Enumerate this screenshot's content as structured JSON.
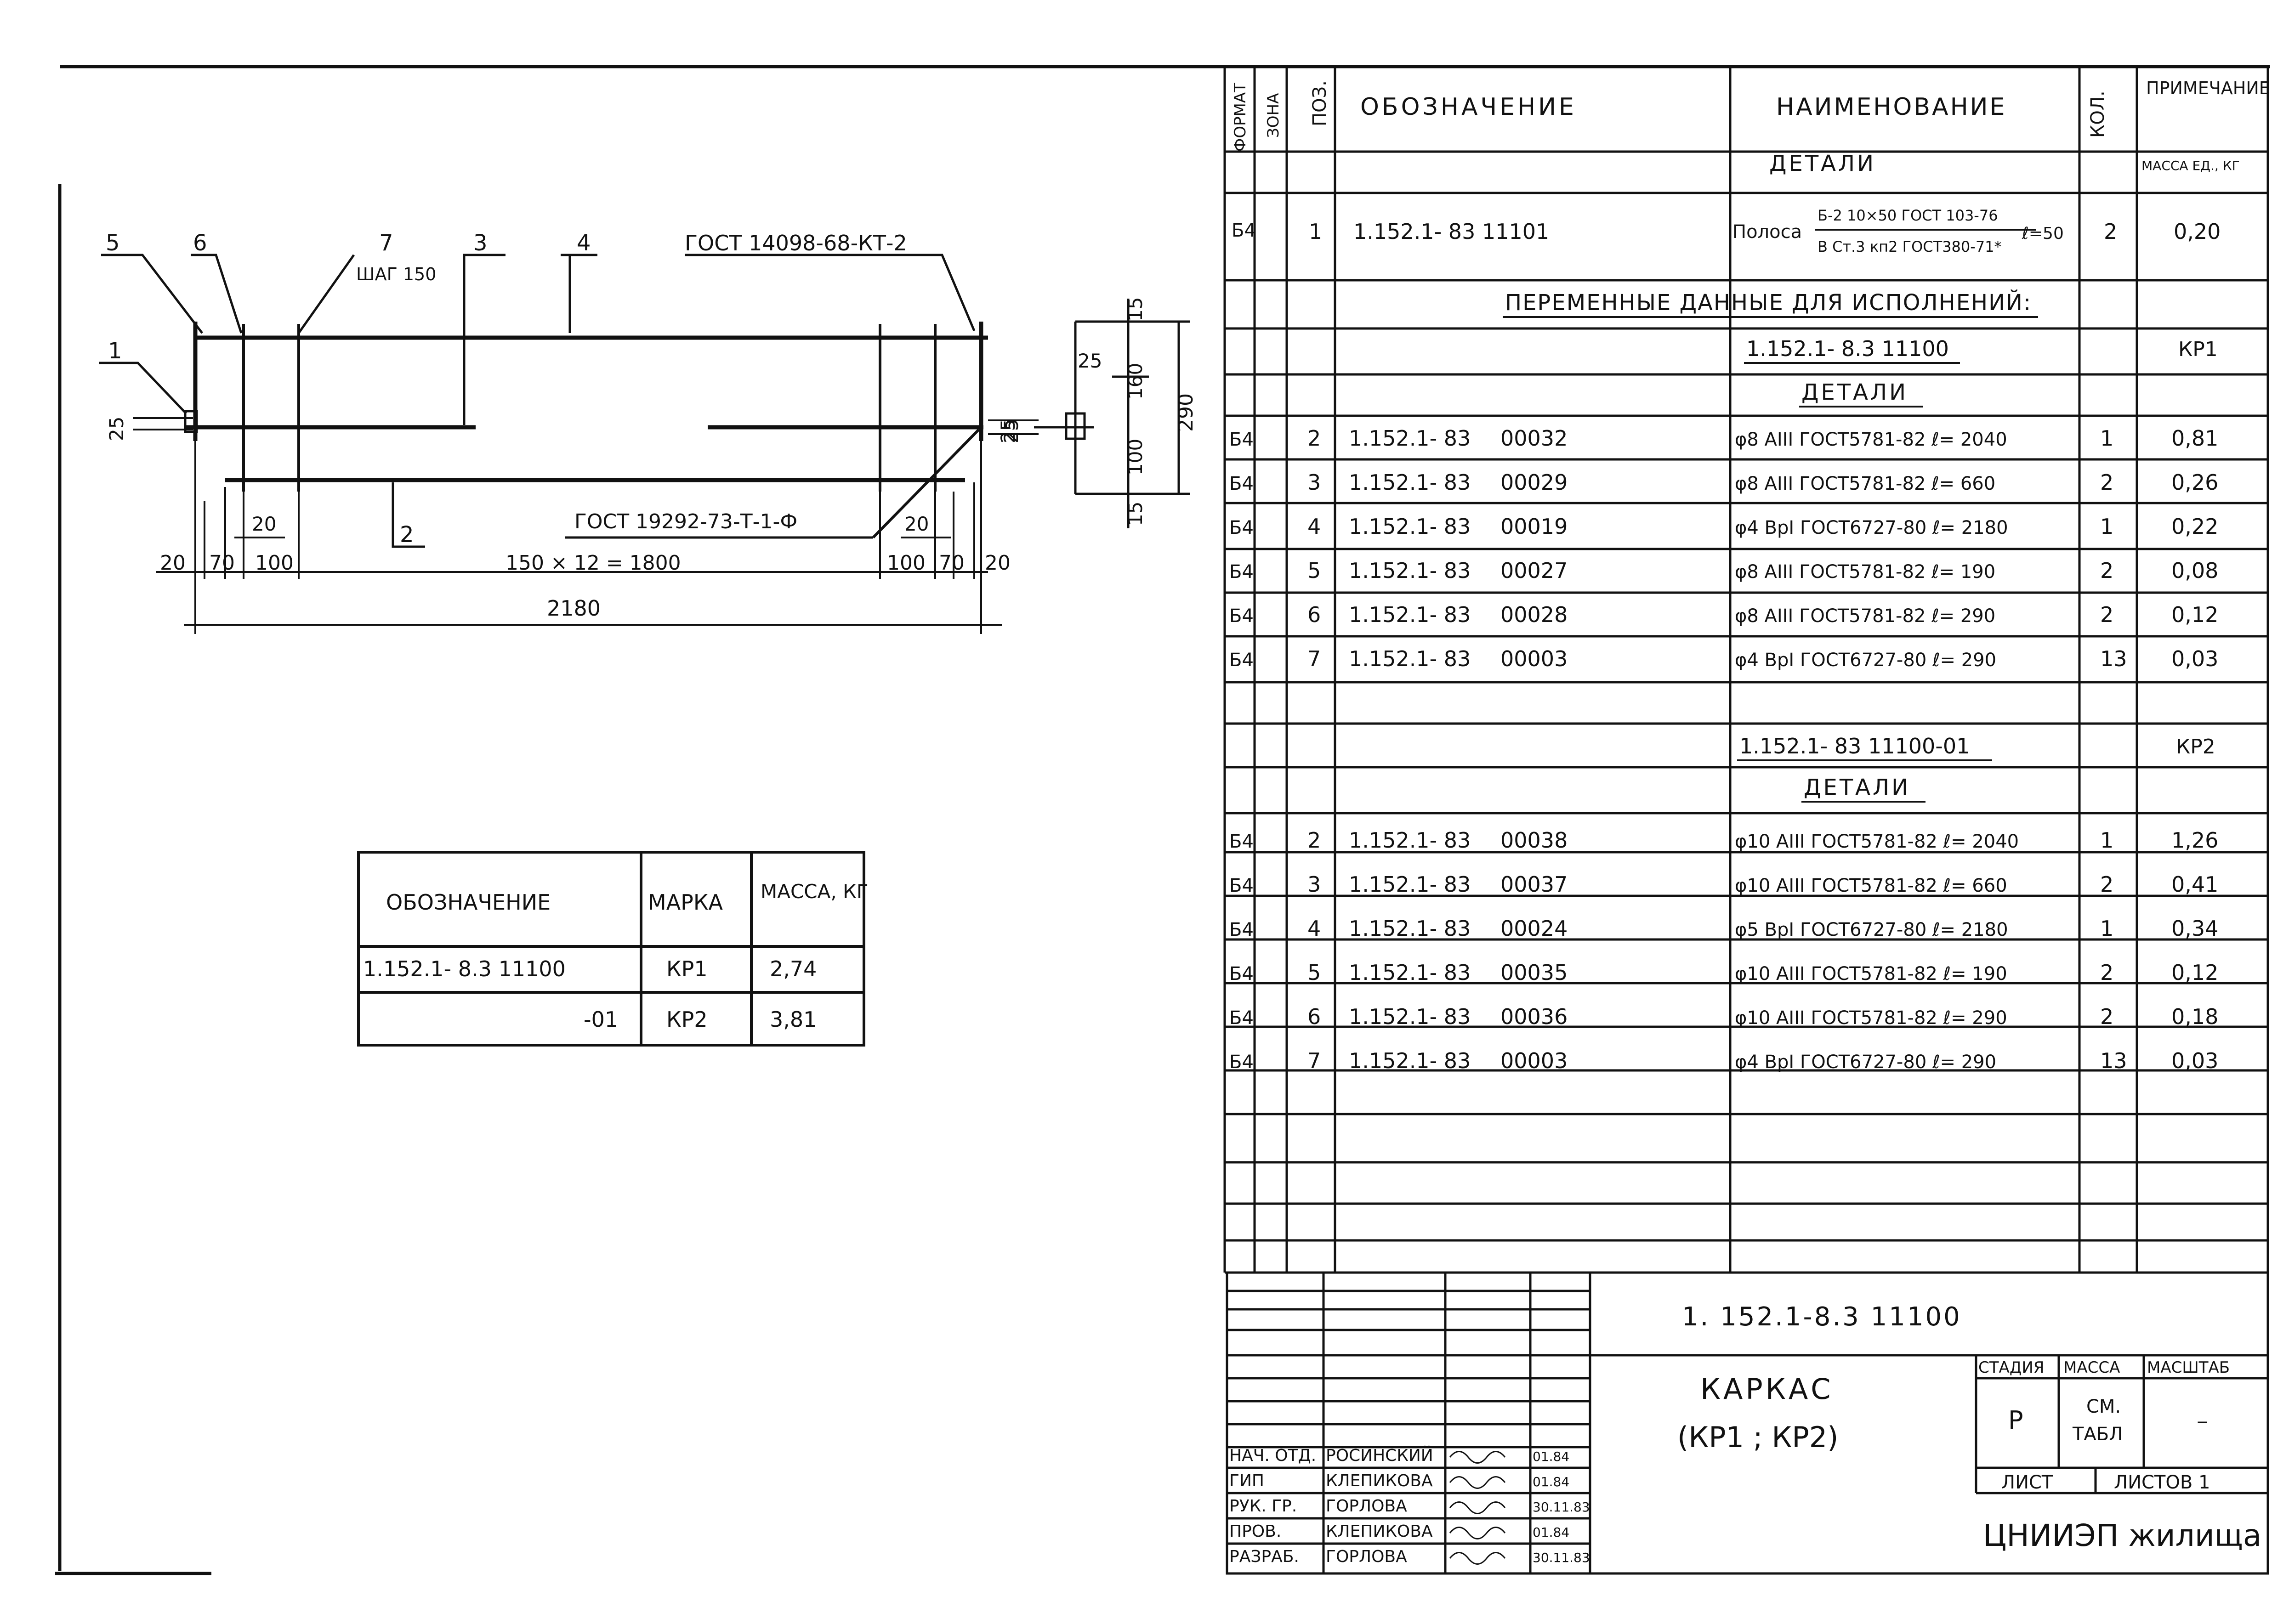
{
  "drawing": {
    "leaders": [
      "5",
      "6",
      "7",
      "3",
      "4",
      "1",
      "2"
    ],
    "step_label": "ШАГ 150",
    "gost_top": "ГОСТ 14098-68-КТ-2",
    "gost_bottom": "ГОСТ 19292-73-Т-1-Ф",
    "dims": {
      "total": "2180",
      "spacing": "150 × 12 = 1800",
      "left_20": "20",
      "left_70": "70",
      "left_100": "100",
      "right_100": "100",
      "right_70": "70",
      "right_20": "20",
      "inner_20_left": "20",
      "inner_20_right": "20",
      "edge_25_left": "25",
      "edge_25_right": "25"
    },
    "section": {
      "d15_top": "15",
      "d160": "160",
      "d100": "100",
      "d15_bottom": "15",
      "d290": "290",
      "d25_a": "25",
      "d25_b": "25"
    }
  },
  "mass_table": {
    "headers": [
      "ОБОЗНАЧЕНИЕ",
      "МАРКА",
      "МАССА, КГ"
    ],
    "rows": [
      [
        "1.152.1- 8.3 11100",
        "КР1",
        "2,74"
      ],
      [
        "-01",
        "КР2",
        "3,81"
      ]
    ]
  },
  "spec": {
    "headers": {
      "format": "ФОРМАТ",
      "zone": "ЗОНА",
      "pos": "ПОЗ.",
      "designation": "ОБОЗНАЧЕНИЕ",
      "name": "НАИМЕНОВАНИЕ",
      "qty": "КОЛ.",
      "note": "ПРИМЕЧАНИЕ"
    },
    "details_title": "ДЕТАЛИ",
    "mass_unit_note": "МАССА ЕД., КГ",
    "row1": {
      "format": "Б4",
      "pos": "1",
      "designation": "1.152.1- 83  11101",
      "name_prefix": "Полоса",
      "name_numerator": "Б-2 10×50 ГОСТ 103-76",
      "name_denominator": "В Ст.3 кп2 ГОСТ380-71*",
      "name_length": "ℓ=50",
      "qty": "2",
      "note": "0,20"
    },
    "variable_data": "ПЕРЕМЕННЫЕ ДАННЫЕ ДЛЯ ИСПОЛНЕНИЙ:",
    "variants": [
      {
        "designation": "1.152.1- 8.3  11100",
        "mark": "КР1",
        "details_title": "ДЕТАЛИ",
        "items": [
          {
            "format": "Б4",
            "pos": "2",
            "code": "1.152.1- 83",
            "num": "00032",
            "name": "φ8 АIII  ГОСТ5781-82  ℓ= 2040",
            "qty": "1",
            "mass": "0,81"
          },
          {
            "format": "Б4",
            "pos": "3",
            "code": "1.152.1- 83",
            "num": "00029",
            "name": "φ8 АIII  ГОСТ5781-82  ℓ= 660",
            "qty": "2",
            "mass": "0,26"
          },
          {
            "format": "Б4",
            "pos": "4",
            "code": "1.152.1- 83",
            "num": "00019",
            "name": "φ4 ВрI  ГОСТ6727-80  ℓ= 2180",
            "qty": "1",
            "mass": "0,22"
          },
          {
            "format": "Б4",
            "pos": "5",
            "code": "1.152.1- 83",
            "num": "00027",
            "name": "φ8 АIII  ГОСТ5781-82  ℓ= 190",
            "qty": "2",
            "mass": "0,08"
          },
          {
            "format": "Б4",
            "pos": "6",
            "code": "1.152.1- 83",
            "num": "00028",
            "name": "φ8 АIII  ГОСТ5781-82  ℓ= 290",
            "qty": "2",
            "mass": "0,12"
          },
          {
            "format": "Б4",
            "pos": "7",
            "code": "1.152.1- 83",
            "num": "00003",
            "name": "φ4 ВрI  ГОСТ6727-80  ℓ= 290",
            "qty": "13",
            "mass": "0,03"
          }
        ]
      },
      {
        "designation": "1.152.1- 83  11100-01",
        "mark": "КР2",
        "details_title": "ДЕТАЛИ",
        "items": [
          {
            "format": "Б4",
            "pos": "2",
            "code": "1.152.1- 83",
            "num": "00038",
            "name": "φ10 АIII  ГОСТ5781-82  ℓ= 2040",
            "qty": "1",
            "mass": "1,26"
          },
          {
            "format": "Б4",
            "pos": "3",
            "code": "1.152.1- 83",
            "num": "00037",
            "name": "φ10 АIII  ГОСТ5781-82  ℓ= 660",
            "qty": "2",
            "mass": "0,41"
          },
          {
            "format": "Б4",
            "pos": "4",
            "code": "1.152.1- 83",
            "num": "00024",
            "name": "φ5 ВрI  ГОСТ6727-80  ℓ= 2180",
            "qty": "1",
            "mass": "0,34"
          },
          {
            "format": "Б4",
            "pos": "5",
            "code": "1.152.1- 83",
            "num": "00035",
            "name": "φ10 АIII  ГОСТ5781-82  ℓ= 190",
            "qty": "2",
            "mass": "0,12"
          },
          {
            "format": "Б4",
            "pos": "6",
            "code": "1.152.1- 83",
            "num": "00036",
            "name": "φ10 АIII  ГОСТ5781-82  ℓ= 290",
            "qty": "2",
            "mass": "0,18"
          },
          {
            "format": "Б4",
            "pos": "7",
            "code": "1.152.1- 83",
            "num": "00003",
            "name": "φ4 ВрI  ГОСТ6727-80  ℓ= 290",
            "qty": "13",
            "mass": "0,03"
          }
        ]
      }
    ]
  },
  "title_block": {
    "doc_number": "1. 152.1-8.3  11100",
    "title_line1": "КАРКАС",
    "title_line2": "(КР1 ;  КР2)",
    "stage_header": "СТАДИЯ",
    "mass_header": "МАССА",
    "scale_header": "МАСШТАБ",
    "stage": "Р",
    "mass_line1": "СМ.",
    "mass_line2": "ТАБЛ",
    "scale": "–",
    "sheet": "ЛИСТ",
    "sheets": "ЛИСТОВ 1",
    "org": "ЦНИИЭП жилища",
    "signatures": [
      {
        "role": "НАЧ. ОТД.",
        "name": "РОСИНСКИЙ",
        "date": "01.84"
      },
      {
        "role": "ГИП",
        "name": "КЛЕПИКОВА",
        "date": "01.84"
      },
      {
        "role": "РУК. ГР.",
        "name": "ГОРЛОВА",
        "date": "30.11.83"
      },
      {
        "role": "ПРОВ.",
        "name": "КЛЕПИКОВА",
        "date": "01.84"
      },
      {
        "role": "РАЗРАБ.",
        "name": "ГОРЛОВА",
        "date": "30.11.83"
      }
    ]
  }
}
